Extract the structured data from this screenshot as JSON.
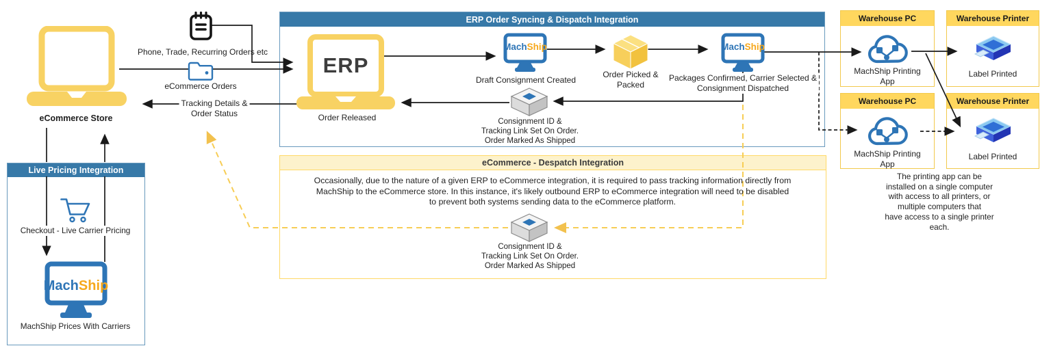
{
  "machship": {
    "blue_part": "Mach",
    "orange_part": "Ship"
  },
  "colors": {
    "header_blue": "#3779A8",
    "machship_blue": "#2E75B6",
    "machship_orange": "#F6A81C",
    "laptop_yellow": "#F8D263",
    "warehouse_header_yellow": "#FFD75E",
    "dashed_yellow": "#F7CD55"
  },
  "left_flow": {
    "store_label": "eCommerce Store",
    "phone_orders_label": "Phone, Trade, Recurring Orders etc",
    "ecommerce_orders_label": "eCommerce Orders",
    "tracking_label": "Tracking Details &\nOrder Status"
  },
  "live_pricing": {
    "title": "Live Pricing Integration",
    "checkout_label": "Checkout - Live Carrier Pricing",
    "prices_label": "MachShip Prices With Carriers"
  },
  "erp_box": {
    "title": "ERP Order Syncing & Dispatch Integration",
    "erp_label": "ERP",
    "order_released_label": "Order Released",
    "draft_consignment_label": "Draft Consignment Created",
    "order_picked_label": "Order Picked &\nPacked",
    "packages_confirmed_label": "Packages Confirmed, Carrier Selected &\nConsignment Dispatched",
    "consignment_note": "Consignment ID &\nTracking Link Set On Order.\nOrder Marked As Shipped"
  },
  "despatch_box": {
    "title": "eCommerce - Despatch Integration",
    "body": "Occasionally, due to the nature of a given ERP to eCommerce integration, it is required to pass tracking information directly from\nMachShip to the eCommerce store. In this instance, it's likely outbound ERP to eCommerce integration will need to be disabled\nto prevent both systems sending data to the eCommerce platform.",
    "consignment_note": "Consignment ID &\nTracking Link Set On Order.\nOrder Marked As Shipped"
  },
  "warehouse": {
    "pc_title": "Warehouse PC",
    "printer_title": "Warehouse Printer",
    "printing_app_label": "MachShip Printing\nApp",
    "label_printed_label": "Label Printed",
    "note": "The printing app can be installed on a single computer\nwith access to all printers, or multiple computers that\nhave access to a single printer each."
  }
}
